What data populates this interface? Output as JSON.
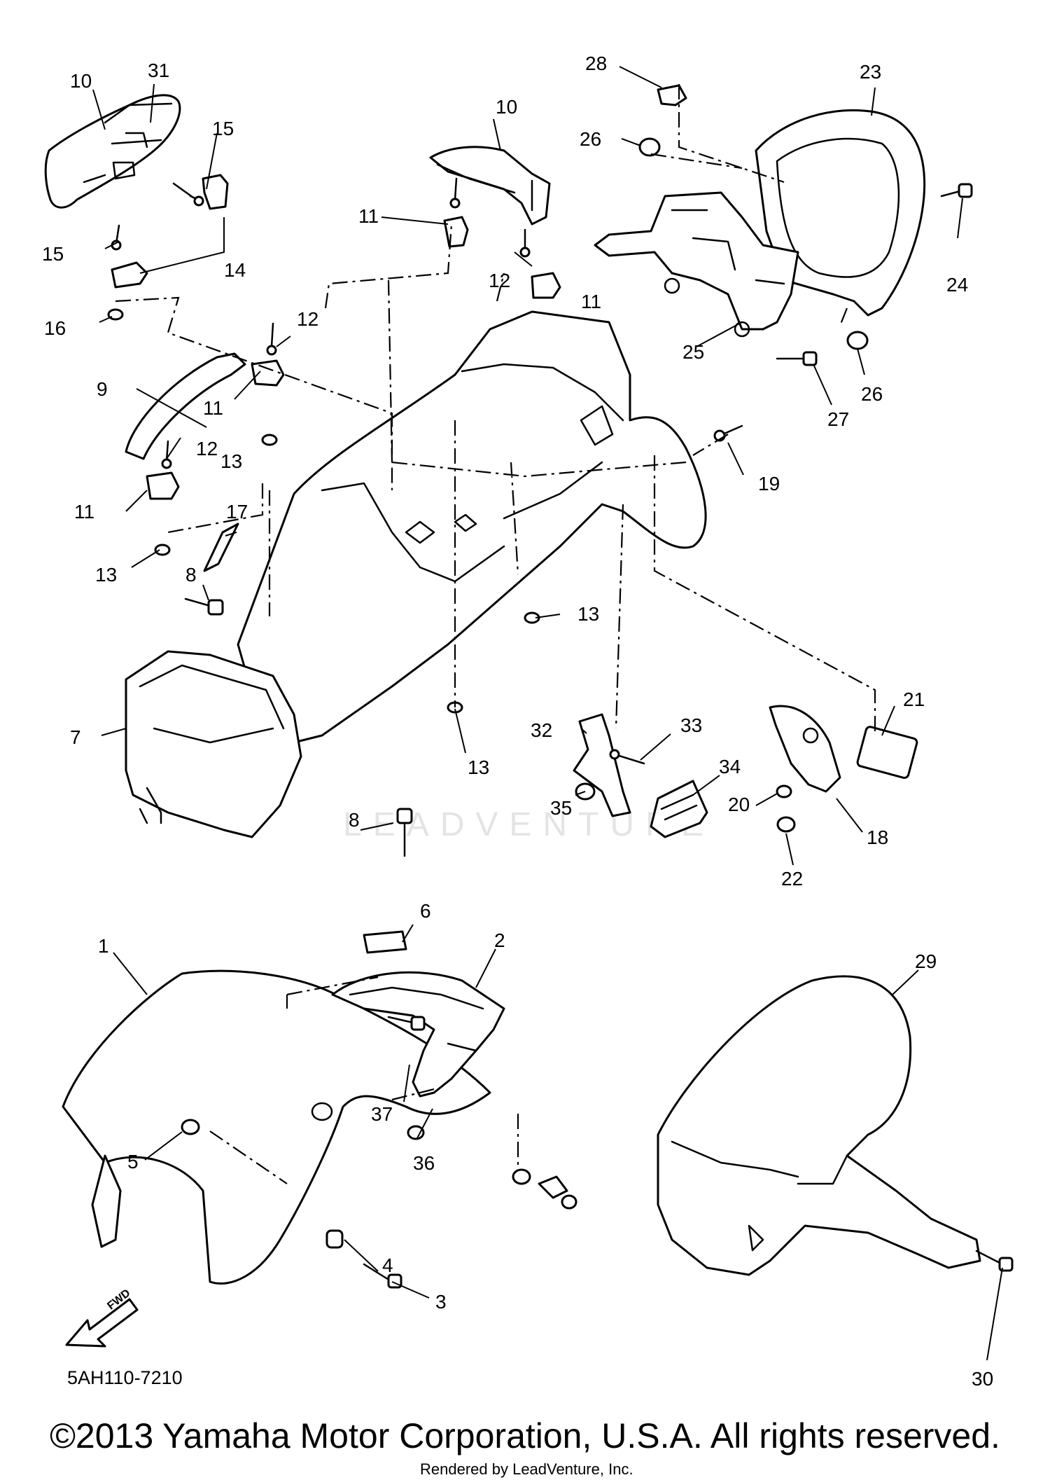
{
  "diagram_code": "5AH110-7210",
  "copyright": "©2013 Yamaha Motor Corporation, U.S.A. All rights reserved.",
  "rendered_by": "Rendered by LeadVenture, Inc.",
  "watermark": "LEADVENTURE",
  "fwd_label": "FWD",
  "callouts": [
    "31",
    "10",
    "15",
    "15",
    "14",
    "16",
    "10",
    "11",
    "12",
    "12",
    "11",
    "9",
    "11",
    "12",
    "13",
    "11",
    "13",
    "17",
    "8",
    "7",
    "8",
    "13",
    "13",
    "28",
    "26",
    "23",
    "24",
    "25",
    "26",
    "27",
    "19",
    "21",
    "32",
    "33",
    "34",
    "35",
    "20",
    "18",
    "22",
    "6",
    "2",
    "1",
    "29",
    "37",
    "36",
    "5",
    "4",
    "3",
    "30"
  ]
}
